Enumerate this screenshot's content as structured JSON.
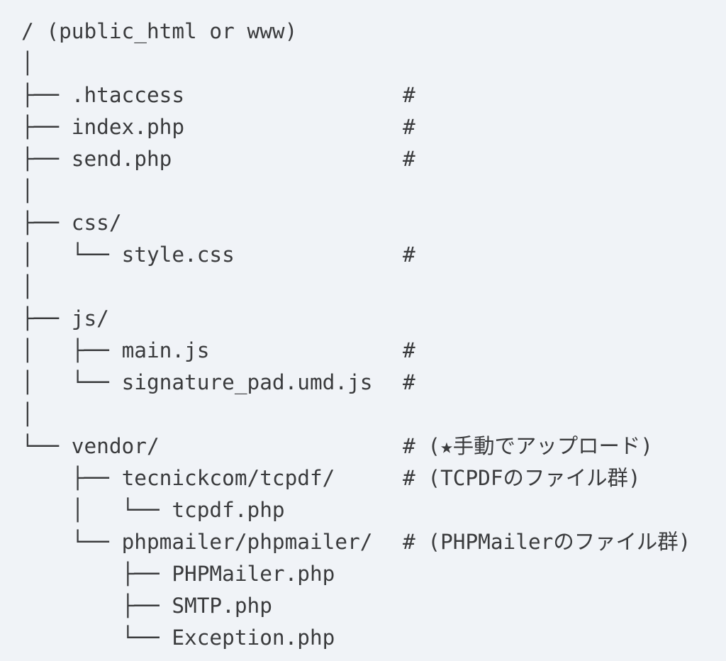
{
  "tree": {
    "lines": [
      {
        "prefix": "",
        "name": "/ (public_html or www)",
        "comment": ""
      },
      {
        "prefix": "│",
        "name": "",
        "comment": ""
      },
      {
        "prefix": "├── ",
        "name": ".htaccess",
        "comment": "#"
      },
      {
        "prefix": "├── ",
        "name": "index.php",
        "comment": "#"
      },
      {
        "prefix": "├── ",
        "name": "send.php",
        "comment": "#"
      },
      {
        "prefix": "│",
        "name": "",
        "comment": ""
      },
      {
        "prefix": "├── ",
        "name": "css/",
        "comment": ""
      },
      {
        "prefix": "│   └── ",
        "name": "style.css",
        "comment": "#"
      },
      {
        "prefix": "│",
        "name": "",
        "comment": ""
      },
      {
        "prefix": "├── ",
        "name": "js/",
        "comment": ""
      },
      {
        "prefix": "│   ├── ",
        "name": "main.js",
        "comment": "#"
      },
      {
        "prefix": "│   └── ",
        "name": "signature_pad.umd.js",
        "comment": "#"
      },
      {
        "prefix": "│",
        "name": "",
        "comment": ""
      },
      {
        "prefix": "└── ",
        "name": "vendor/",
        "comment": "# (★手動でアップロード)"
      },
      {
        "prefix": "    ├── ",
        "name": "tecnickcom/tcpdf/",
        "comment": "# (TCPDFのファイル群)"
      },
      {
        "prefix": "    │   └── ",
        "name": "tcpdf.php",
        "comment": ""
      },
      {
        "prefix": "    └── ",
        "name": "phpmailer/phpmailer/",
        "comment": "# (PHPMailerのファイル群)"
      },
      {
        "prefix": "        ├── ",
        "name": "PHPMailer.php",
        "comment": ""
      },
      {
        "prefix": "        ├── ",
        "name": "SMTP.php",
        "comment": ""
      },
      {
        "prefix": "        └── ",
        "name": "Exception.php",
        "comment": ""
      }
    ]
  }
}
